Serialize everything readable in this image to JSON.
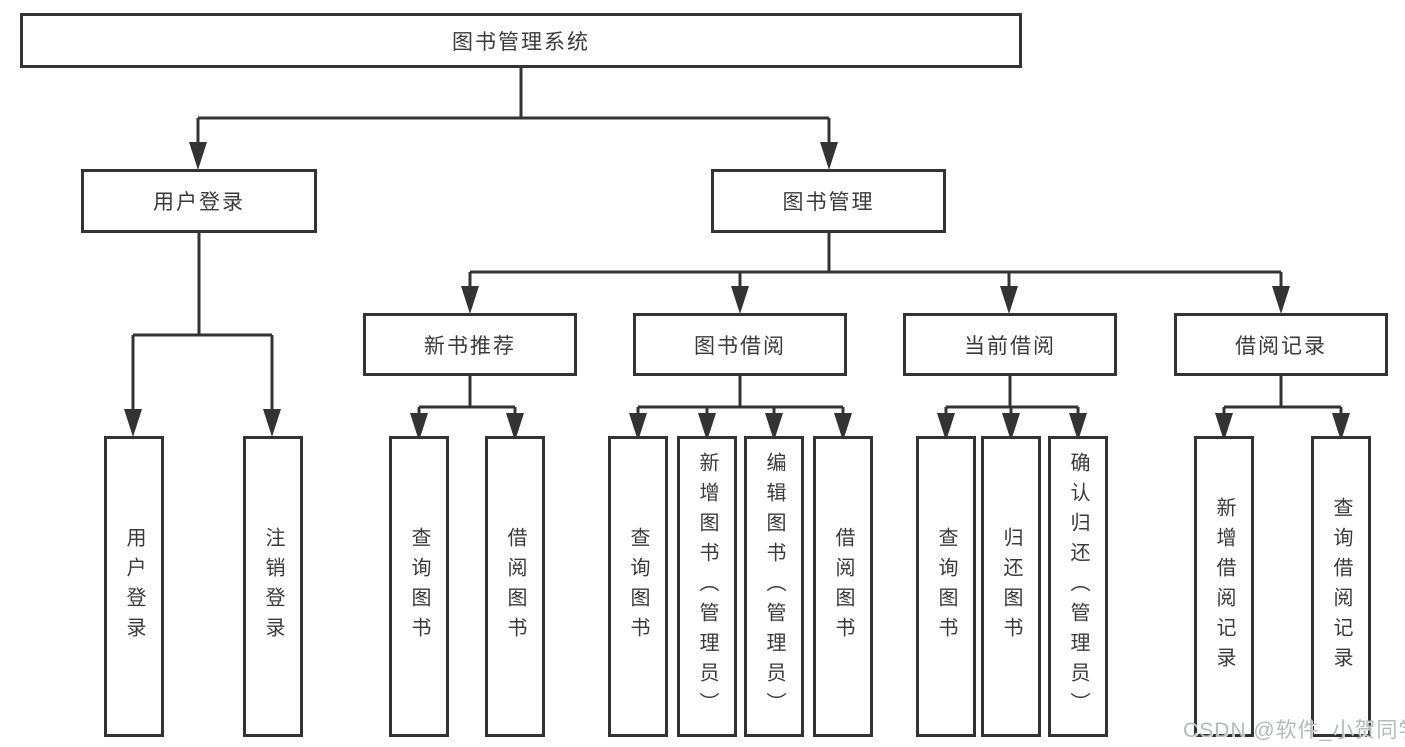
{
  "diagram": {
    "root": {
      "label": "图书管理系统"
    },
    "branches": [
      {
        "label": "用户登录",
        "children": [
          {
            "label": "用户登录"
          },
          {
            "label": "注销登录"
          }
        ]
      },
      {
        "label": "图书管理",
        "children": [
          {
            "label": "新书推荐",
            "children": [
              {
                "label": "查询图书"
              },
              {
                "label": "借阅图书"
              }
            ]
          },
          {
            "label": "图书借阅",
            "children": [
              {
                "label": "查询图书"
              },
              {
                "label": "新增图书（管理员）"
              },
              {
                "label": "编辑图书（管理员）"
              },
              {
                "label": "借阅图书"
              }
            ]
          },
          {
            "label": "当前借阅",
            "children": [
              {
                "label": "查询图书"
              },
              {
                "label": "归还图书"
              },
              {
                "label": "确认归还（管理员）"
              }
            ]
          },
          {
            "label": "借阅记录",
            "children": [
              {
                "label": "新增借阅记录"
              },
              {
                "label": "查询借阅记录"
              }
            ]
          }
        ]
      }
    ]
  },
  "watermark": {
    "text": "CSDN @软件_小贺同学"
  },
  "colors": {
    "line": "#333333",
    "border": "#333333",
    "text": "#3a3a3a",
    "box_background": "#ffffff",
    "watermark": "#b5b9bd"
  }
}
